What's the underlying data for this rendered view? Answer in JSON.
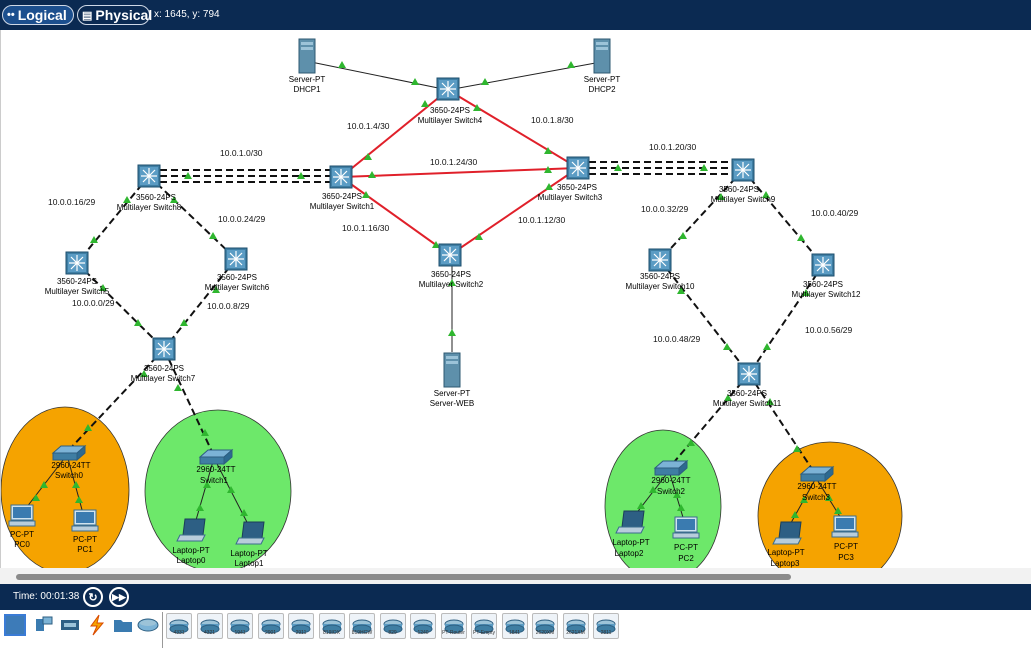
{
  "tabs": {
    "logical": "Logical",
    "physical": "Physical"
  },
  "coords": "x: 1645, y: 794",
  "devices": {
    "dhcp1": {
      "type": "Server-PT",
      "name": "DHCP1"
    },
    "dhcp2": {
      "type": "Server-PT",
      "name": "DHCP2"
    },
    "ms4": {
      "type": "3650-24PS",
      "name": "Multilayer Switch4"
    },
    "ms1": {
      "type": "3650-24PS",
      "name": "Multilayer Switch1"
    },
    "ms3": {
      "type": "3650-24PS",
      "name": "Multilayer Switch3"
    },
    "ms2": {
      "type": "3650-24PS",
      "name": "Multilayer Switch2"
    },
    "ms8": {
      "type": "3560-24PS",
      "name": "Multilayer Switch8"
    },
    "ms5": {
      "type": "3560-24PS",
      "name": "Multilayer Switch5"
    },
    "ms6": {
      "type": "3560-24PS",
      "name": "Multilayer Switch6"
    },
    "ms7": {
      "type": "3560-24PS",
      "name": "Multilayer Switch7"
    },
    "ms9": {
      "type": "3560-24PS",
      "name": "Multilayer Switch9"
    },
    "ms10": {
      "type": "3560-24PS",
      "name": "Multilayer Switch10"
    },
    "ms12": {
      "type": "3560-24PS",
      "name": "Multilayer Switch12"
    },
    "ms11": {
      "type": "3560-24PS",
      "name": "Multilayer Switch11"
    },
    "web": {
      "type": "Server-PT",
      "name": "Server-WEB"
    },
    "sw0": {
      "type": "2960-24TT",
      "name": "Switch0"
    },
    "sw1": {
      "type": "2960-24TT",
      "name": "Switch1"
    },
    "sw2": {
      "type": "2960-24TT",
      "name": "Switch2"
    },
    "sw3": {
      "type": "2960-24TT",
      "name": "Switch3"
    },
    "pc0": {
      "type": "PC-PT",
      "name": "PC0"
    },
    "pc1": {
      "type": "PC-PT",
      "name": "PC1"
    },
    "pc2": {
      "type": "PC-PT",
      "name": "PC2"
    },
    "pc3": {
      "type": "PC-PT",
      "name": "PC3"
    },
    "laptop0": {
      "type": "Laptop-PT",
      "name": "Laptop0"
    },
    "laptop1": {
      "type": "Laptop-PT",
      "name": "Laptop1"
    },
    "laptop2": {
      "type": "Laptop-PT",
      "name": "Laptop2"
    },
    "laptop3": {
      "type": "Laptop-PT",
      "name": "Laptop3"
    }
  },
  "subnets": {
    "s_1_4": "10.0.1.4/30",
    "s_1_8": "10.0.1.8/30",
    "s_1_0": "10.0.1.0/30",
    "s_1_24": "10.0.1.24/30",
    "s_1_20": "10.0.1.20/30",
    "s_1_16": "10.0.1.16/30",
    "s_1_12": "10.0.1.12/30",
    "s_0_16": "10.0.0.16/29",
    "s_0_24": "10.0.0.24/29",
    "s_0_32": "10.0.0.32/29",
    "s_0_40": "10.0.0.40/29",
    "s_0_0": "10.0.0.0/29",
    "s_0_8": "10.0.0.8/29",
    "s_0_48": "10.0.0.48/29",
    "s_0_56": "10.0.0.56/29"
  },
  "time": "Time: 00:01:38",
  "palette": {
    "categories": [
      "network-devices-icon",
      "end-devices-icon",
      "components-icon",
      "connections-icon",
      "misc-icon",
      "multiuser-icon"
    ],
    "devices": [
      "4331",
      "4321",
      "1941",
      "2901",
      "2911",
      "819IOX",
      "819HGW",
      "829",
      "1240",
      "PT-Router",
      "PT-Empty",
      "1841",
      "2620XM",
      "2621XM",
      "2811"
    ]
  },
  "colors": {
    "topbar": "#0b2a52",
    "red_link": "#e0202a",
    "link_indicator": "#2fb62f",
    "orange_area": "#f5a300",
    "green_area": "#6de86a"
  }
}
